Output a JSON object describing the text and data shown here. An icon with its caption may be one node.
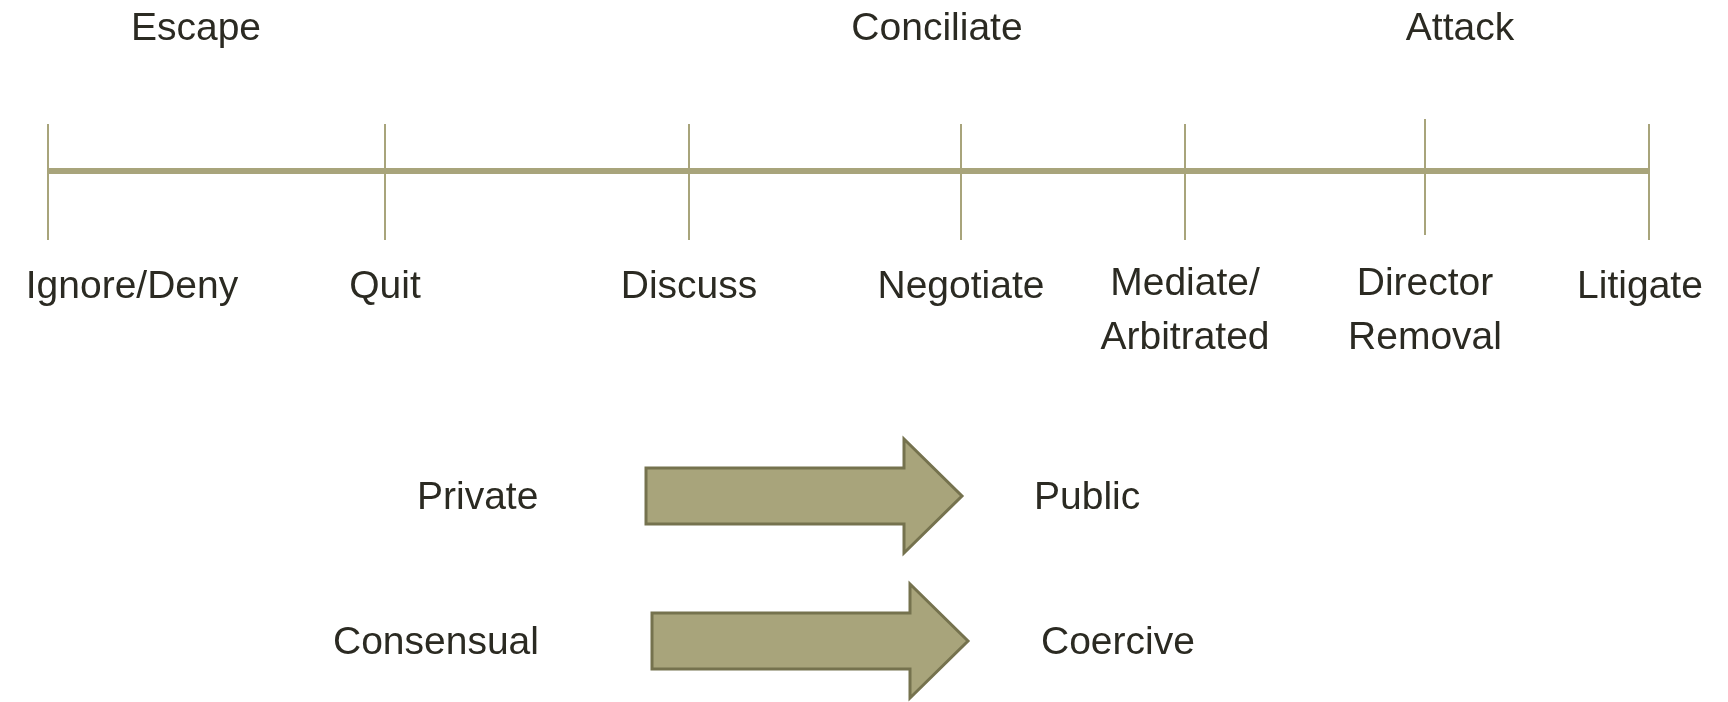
{
  "diagram": {
    "nodes": [
      {
        "text": [
          "Private"
        ]
      },
      {
        "text": [
          "Public"
        ]
      },
      {
        "text": [
          "Consensual"
        ]
      },
      {
        "text": [
          "Coercive"
        ]
      }
    ],
    "edges": [
      {
        "from": 0,
        "to": 1,
        "arrow": "to",
        "style": "thick"
      },
      {
        "from": 2,
        "to": 3,
        "arrow": "to",
        "style": "thick"
      }
    ],
    "labels": [
      "Escape",
      "Conciliate",
      "Attack",
      "Ignore/Deny",
      "Quit",
      "Discuss",
      "Negotiate",
      "Mediate/ Arbitrated",
      "Director Removal",
      "Litigate"
    ]
  }
}
